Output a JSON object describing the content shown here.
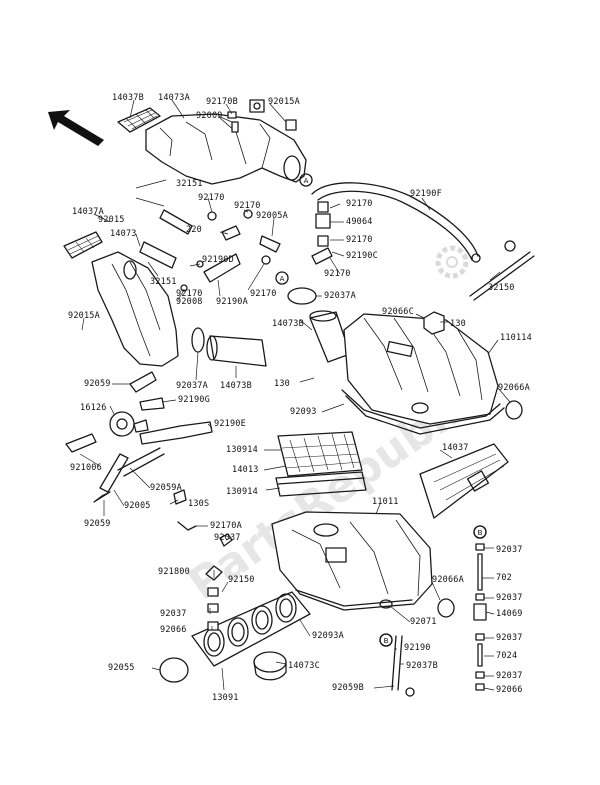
{
  "watermark": {
    "text": "PartsRepublik"
  },
  "labels": [
    {
      "id": "l1",
      "text": "14037B"
    },
    {
      "id": "l2",
      "text": "14073A"
    },
    {
      "id": "l3",
      "text": "92170B"
    },
    {
      "id": "l4",
      "text": "92015A"
    },
    {
      "id": "l5",
      "text": "92009"
    },
    {
      "id": "l6",
      "text": "32151"
    },
    {
      "id": "l7",
      "text": "92170"
    },
    {
      "id": "l8",
      "text": "220"
    },
    {
      "id": "l9",
      "text": "92170"
    },
    {
      "id": "l10",
      "text": "92005A"
    },
    {
      "id": "l11",
      "text": "92190F"
    },
    {
      "id": "l12",
      "text": "92170"
    },
    {
      "id": "l13",
      "text": "49064"
    },
    {
      "id": "l14",
      "text": "92170"
    },
    {
      "id": "l15",
      "text": "92190C"
    },
    {
      "id": "l16",
      "text": "92170"
    },
    {
      "id": "l17",
      "text": "92037A"
    },
    {
      "id": "l18",
      "text": "14037A"
    },
    {
      "id": "l19",
      "text": "92015"
    },
    {
      "id": "l20",
      "text": "14073"
    },
    {
      "id": "l21",
      "text": "32151"
    },
    {
      "id": "l22",
      "text": "92170"
    },
    {
      "id": "l23",
      "text": "92190D"
    },
    {
      "id": "l24",
      "text": "92190A"
    },
    {
      "id": "l25",
      "text": "92170"
    },
    {
      "id": "l26",
      "text": "92008"
    },
    {
      "id": "l27",
      "text": "32150"
    },
    {
      "id": "l28",
      "text": "92015A"
    },
    {
      "id": "l29",
      "text": "14073B"
    },
    {
      "id": "l30",
      "text": "92066C"
    },
    {
      "id": "l31",
      "text": "130"
    },
    {
      "id": "l32",
      "text": "110114"
    },
    {
      "id": "l33",
      "text": "92037A"
    },
    {
      "id": "l34",
      "text": "14073B"
    },
    {
      "id": "l35",
      "text": "92059"
    },
    {
      "id": "l36",
      "text": "92190G"
    },
    {
      "id": "l37",
      "text": "130"
    },
    {
      "id": "l38",
      "text": "92066A"
    },
    {
      "id": "l39",
      "text": "16126"
    },
    {
      "id": "l40",
      "text": "92093"
    },
    {
      "id": "l41",
      "text": "92190E"
    },
    {
      "id": "l42",
      "text": "130914"
    },
    {
      "id": "l43",
      "text": "14037"
    },
    {
      "id": "l44",
      "text": "921006"
    },
    {
      "id": "l45",
      "text": "14013"
    },
    {
      "id": "l46",
      "text": "92059A"
    },
    {
      "id": "l47",
      "text": "130914"
    },
    {
      "id": "l48",
      "text": "92005"
    },
    {
      "id": "l49",
      "text": "130S"
    },
    {
      "id": "l50",
      "text": "11011"
    },
    {
      "id": "l51",
      "text": "92059"
    },
    {
      "id": "l52",
      "text": "92170A"
    },
    {
      "id": "l53",
      "text": "92037"
    },
    {
      "id": "l54",
      "text": "92037"
    },
    {
      "id": "l55",
      "text": "921800"
    },
    {
      "id": "l56",
      "text": "92150"
    },
    {
      "id": "l57",
      "text": "702"
    },
    {
      "id": "l58",
      "text": "92037"
    },
    {
      "id": "l59",
      "text": "92066A"
    },
    {
      "id": "l60",
      "text": "92037"
    },
    {
      "id": "l61",
      "text": "92071"
    },
    {
      "id": "l62",
      "text": "14069"
    },
    {
      "id": "l63",
      "text": "92066"
    },
    {
      "id": "l64",
      "text": "92093A"
    },
    {
      "id": "l65",
      "text": "92190"
    },
    {
      "id": "l66",
      "text": "92037"
    },
    {
      "id": "l67",
      "text": "92055"
    },
    {
      "id": "l68",
      "text": "14073C"
    },
    {
      "id": "l69",
      "text": "92037B"
    },
    {
      "id": "l70",
      "text": "7024"
    },
    {
      "id": "l71",
      "text": "92059B"
    },
    {
      "id": "l72",
      "text": "92037"
    },
    {
      "id": "l73",
      "text": "13091"
    },
    {
      "id": "l74",
      "text": "92066"
    }
  ],
  "markers": [
    {
      "id": "m1",
      "text": "A"
    },
    {
      "id": "m2",
      "text": "A"
    },
    {
      "id": "m3",
      "text": "B"
    },
    {
      "id": "m4",
      "text": "B"
    }
  ]
}
